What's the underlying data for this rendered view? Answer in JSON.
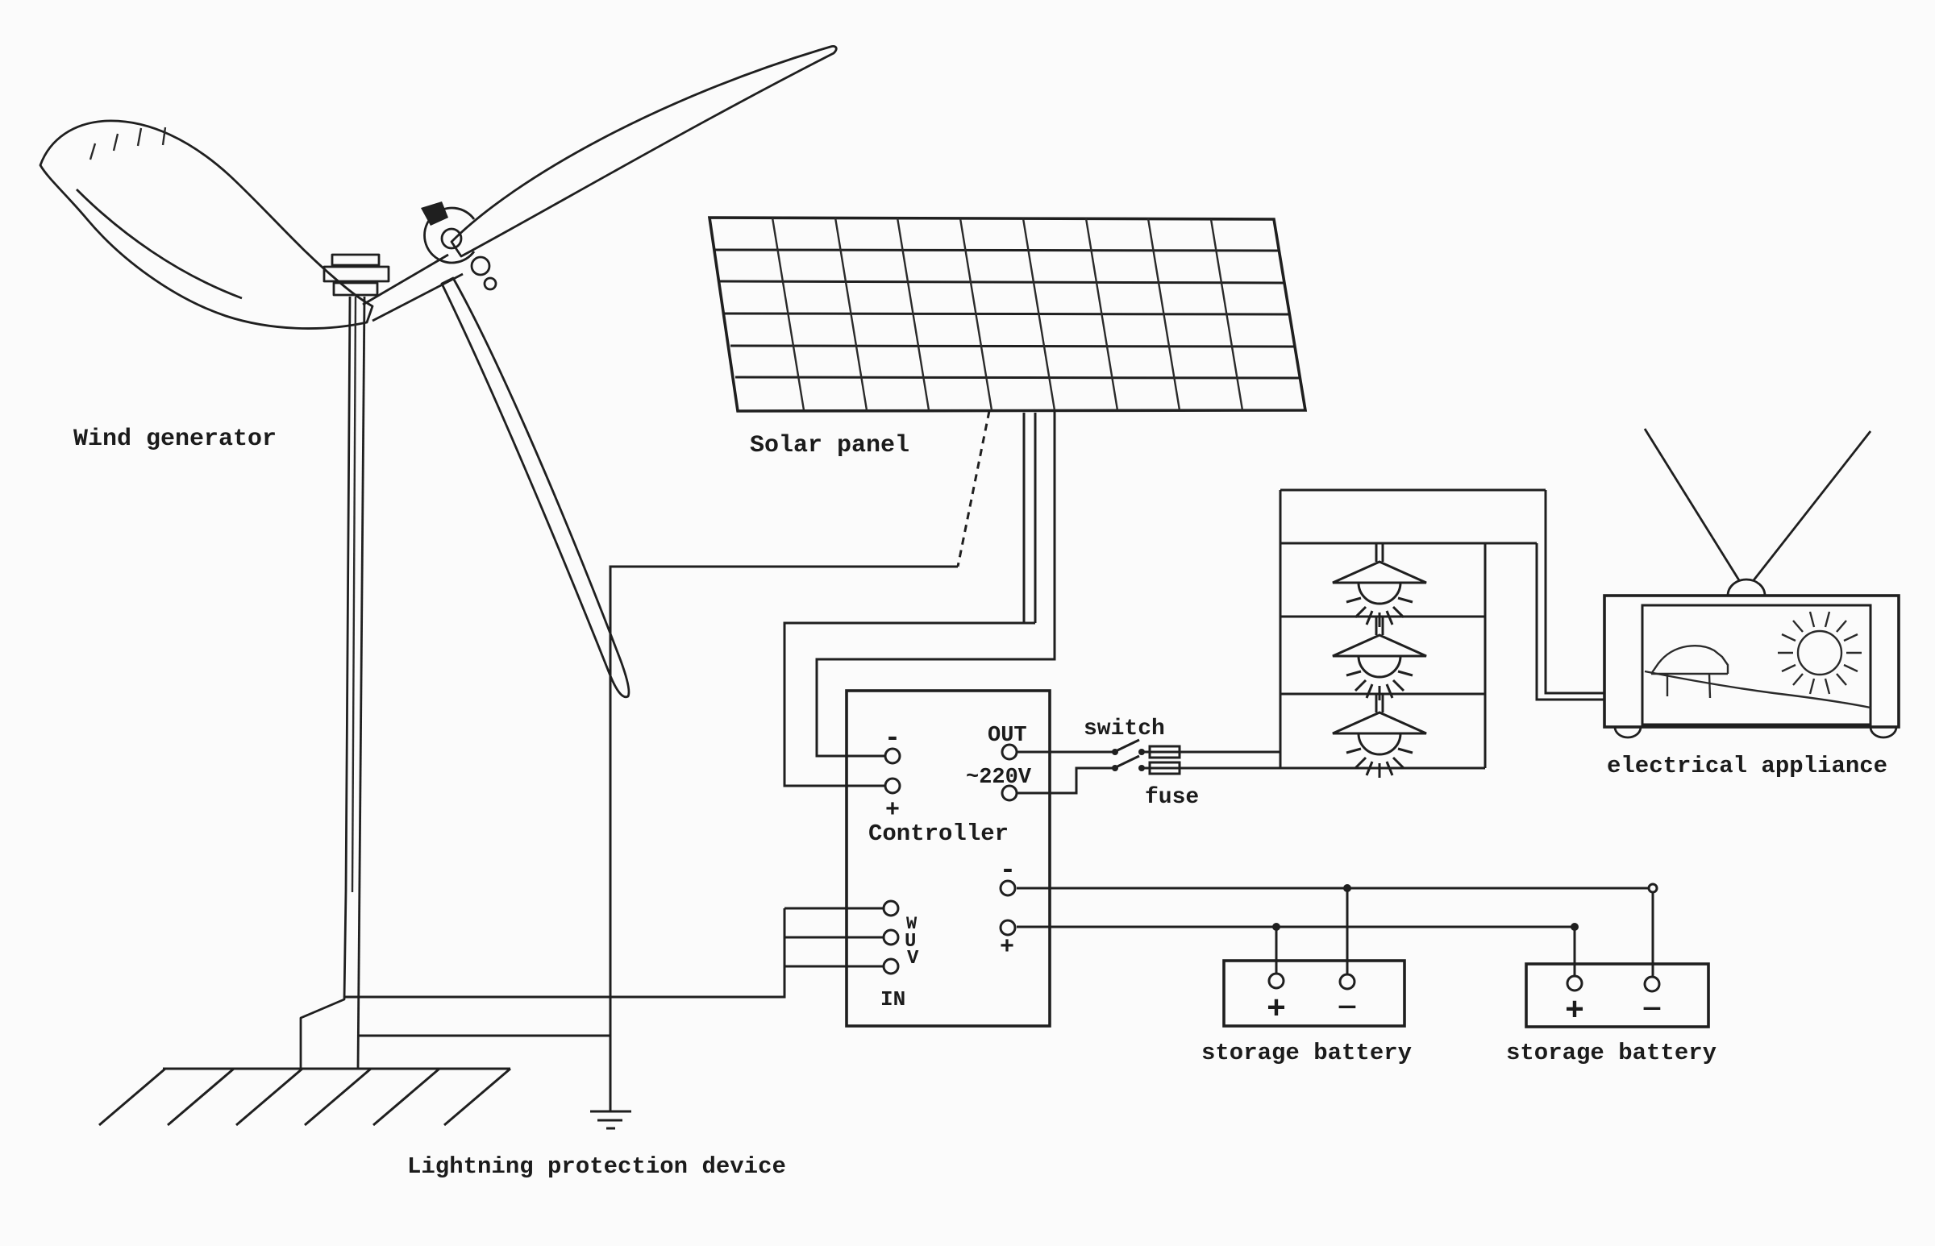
{
  "meta": {
    "background": "#fbfbfb",
    "ink": "#1f1f1f"
  },
  "wind": {
    "label": "Wind generator"
  },
  "solar": {
    "label": "Solar panel"
  },
  "controller": {
    "label": "Controller",
    "minus_in": "-",
    "plus_in": "+",
    "out": "OUT",
    "ac": "~220V",
    "minus_out": "-",
    "plus_out": "+",
    "w": "W",
    "u": "U",
    "v": "V",
    "in": "IN"
  },
  "protection": {
    "switch": "switch",
    "fuse": "fuse"
  },
  "appliance": {
    "label": "electrical appliance"
  },
  "batteries": {
    "b1": {
      "label": "storage battery",
      "plus": "+",
      "minus": "—"
    },
    "b2": {
      "label": "storage battery",
      "plus": "+",
      "minus": "—"
    }
  },
  "lightning": {
    "label": "Lightning protection device"
  }
}
